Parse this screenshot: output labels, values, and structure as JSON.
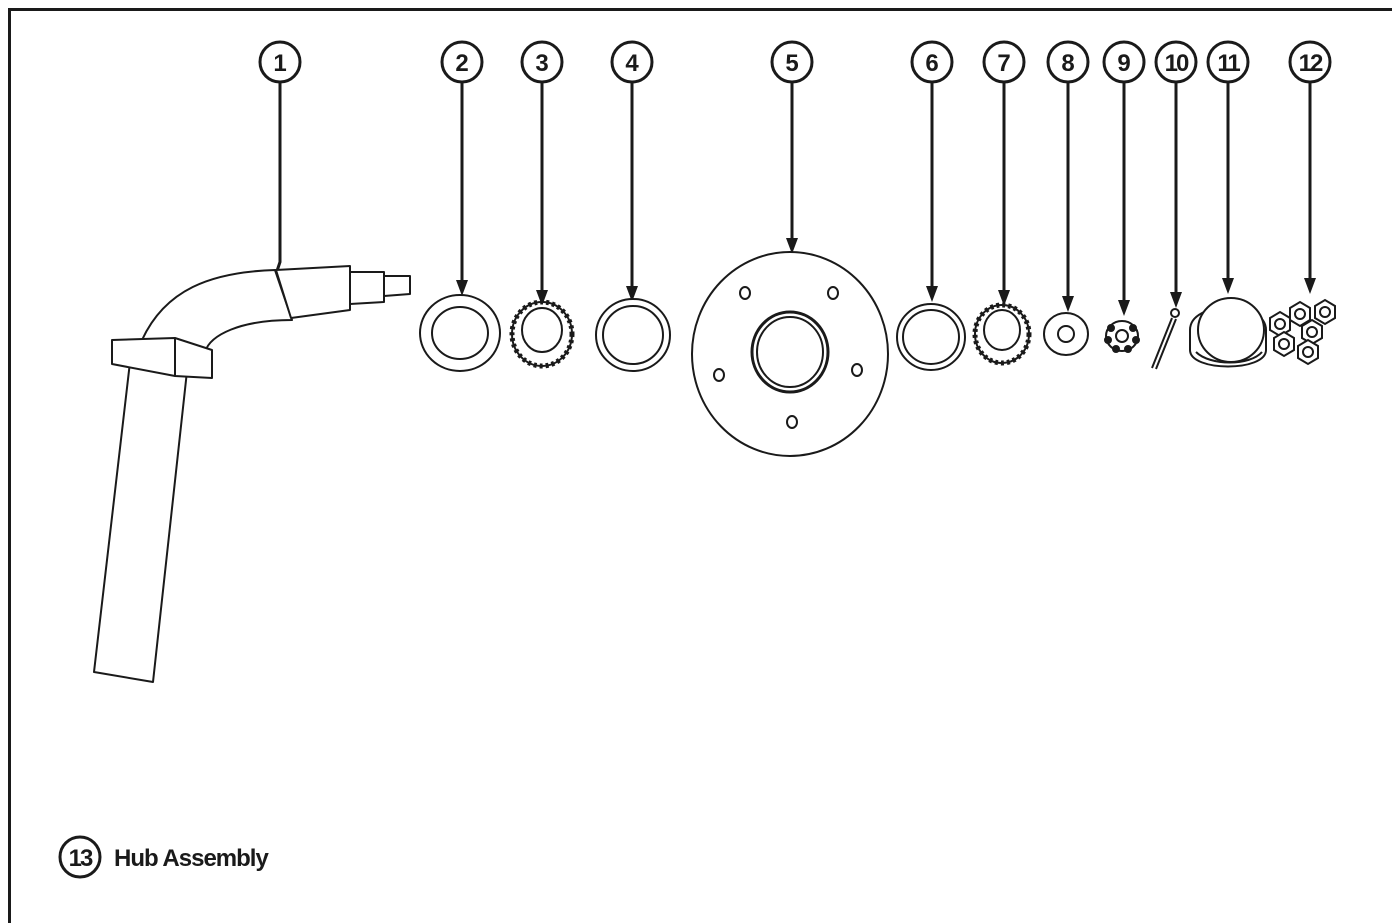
{
  "colors": {
    "ink": "#1a1a1a",
    "paper": "#ffffff"
  },
  "callouts": [
    {
      "number": "1",
      "part": "spindle-icon"
    },
    {
      "number": "2",
      "part": "seal-icon"
    },
    {
      "number": "3",
      "part": "roller-bearing-icon"
    },
    {
      "number": "4",
      "part": "bearing-cup-icon"
    },
    {
      "number": "5",
      "part": "hub-flange-icon"
    },
    {
      "number": "6",
      "part": "bearing-cup-icon"
    },
    {
      "number": "7",
      "part": "roller-bearing-icon"
    },
    {
      "number": "8",
      "part": "washer-icon"
    },
    {
      "number": "9",
      "part": "castle-nut-icon"
    },
    {
      "number": "10",
      "part": "cotter-pin-icon"
    },
    {
      "number": "11",
      "part": "dust-cap-icon"
    },
    {
      "number": "12",
      "part": "lug-nuts-icon"
    }
  ],
  "footer": {
    "number": "13",
    "label": "Hub Assembly"
  }
}
